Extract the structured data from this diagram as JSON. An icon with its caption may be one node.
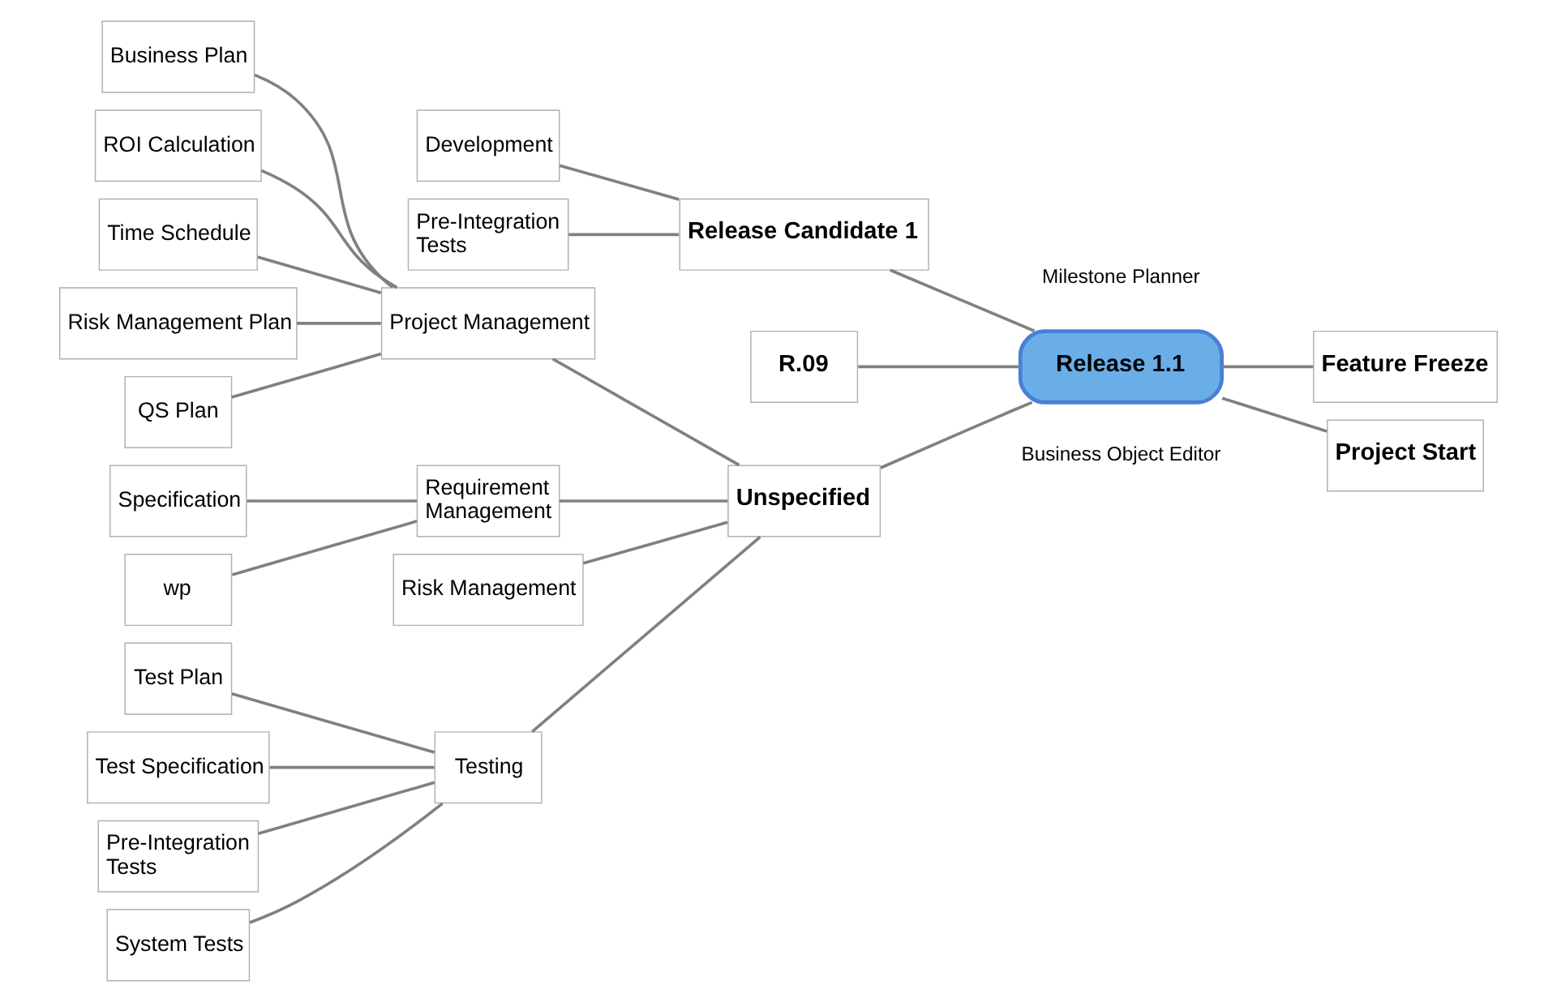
{
  "diagram": {
    "nodes": [
      {
        "text": [
          "Release 1.1"
        ]
      },
      {
        "text": [
          "Release Candidate 1"
        ]
      },
      {
        "text": [
          "R.09"
        ]
      },
      {
        "text": [
          "Unspecified"
        ]
      },
      {
        "text": [
          "Project Start"
        ]
      },
      {
        "text": [
          "Feature Freeze"
        ]
      },
      {
        "text": [
          "Development"
        ]
      },
      {
        "text": [
          "Pre-Integration Tests"
        ]
      },
      {
        "text": [
          "Project Management"
        ]
      },
      {
        "text": [
          "Business Plan"
        ]
      },
      {
        "text": [
          "ROI Calculation"
        ]
      },
      {
        "text": [
          "Time Schedule"
        ]
      },
      {
        "text": [
          "Risk Management Plan"
        ]
      },
      {
        "text": [
          "QS Plan"
        ]
      },
      {
        "text": [
          "Requirement Management"
        ]
      },
      {
        "text": [
          "Specification"
        ]
      },
      {
        "text": [
          "wp"
        ]
      },
      {
        "text": [
          "Risk Management"
        ]
      },
      {
        "text": [
          "Testing"
        ]
      },
      {
        "text": [
          "Test Plan"
        ]
      },
      {
        "text": [
          "Test Specification"
        ]
      },
      {
        "text": [
          "Pre-Integration Tests"
        ]
      },
      {
        "text": [
          "System Tests"
        ]
      }
    ],
    "edges": [
      {
        "from": 0,
        "to": 1,
        "arrow": "none"
      },
      {
        "from": 0,
        "to": 2,
        "arrow": "none"
      },
      {
        "from": 0,
        "to": 3,
        "arrow": "none"
      },
      {
        "from": 0,
        "to": 4,
        "arrow": "none"
      },
      {
        "from": 0,
        "to": 5,
        "arrow": "none"
      },
      {
        "from": 1,
        "to": 6,
        "arrow": "none"
      },
      {
        "from": 1,
        "to": 7,
        "arrow": "none"
      },
      {
        "from": 3,
        "to": 8,
        "arrow": "none"
      },
      {
        "from": 3,
        "to": 14,
        "arrow": "none"
      },
      {
        "from": 3,
        "to": 17,
        "arrow": "none"
      },
      {
        "from": 3,
        "to": 18,
        "arrow": "none"
      },
      {
        "from": 8,
        "to": 9,
        "arrow": "none"
      },
      {
        "from": 8,
        "to": 10,
        "arrow": "none"
      },
      {
        "from": 8,
        "to": 11,
        "arrow": "none"
      },
      {
        "from": 8,
        "to": 12,
        "arrow": "none"
      },
      {
        "from": 8,
        "to": 13,
        "arrow": "none"
      },
      {
        "from": 14,
        "to": 15,
        "arrow": "none"
      },
      {
        "from": 14,
        "to": 16,
        "arrow": "none"
      },
      {
        "from": 18,
        "to": 19,
        "arrow": "none"
      },
      {
        "from": 18,
        "to": 20,
        "arrow": "none"
      },
      {
        "from": 18,
        "to": 21,
        "arrow": "none"
      },
      {
        "from": 18,
        "to": 22,
        "arrow": "none"
      }
    ],
    "labels": [
      "Business Object Editor",
      "Milestone Planner"
    ]
  }
}
